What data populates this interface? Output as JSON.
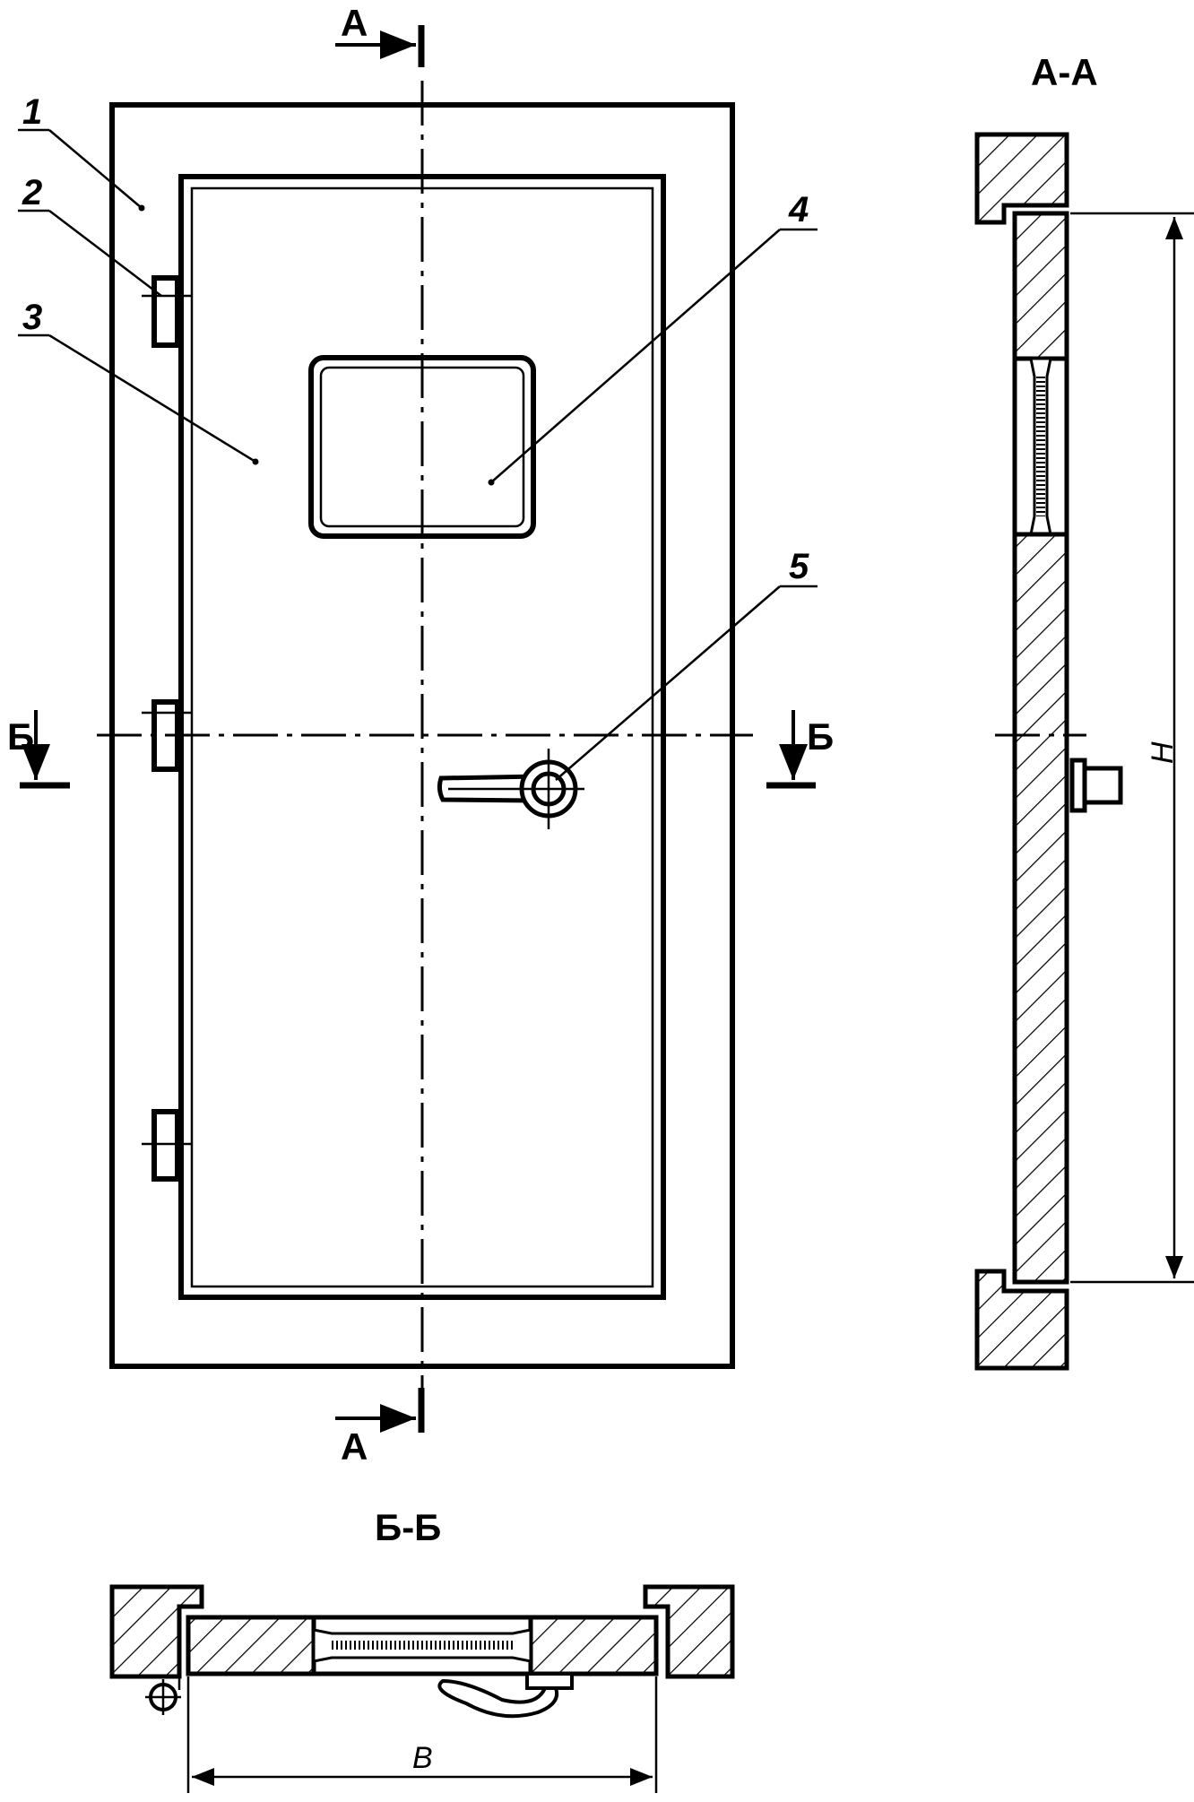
{
  "drawing": {
    "section_a": {
      "arrow_label": "А",
      "title": "А-А"
    },
    "section_b": {
      "arrow_label": "Б",
      "title": "Б-Б"
    },
    "callouts": [
      "1",
      "2",
      "3",
      "4",
      "5"
    ],
    "dimensions": {
      "height": "Н",
      "width": "В"
    },
    "colors": {
      "line": "#000000",
      "background": "#ffffff"
    }
  }
}
